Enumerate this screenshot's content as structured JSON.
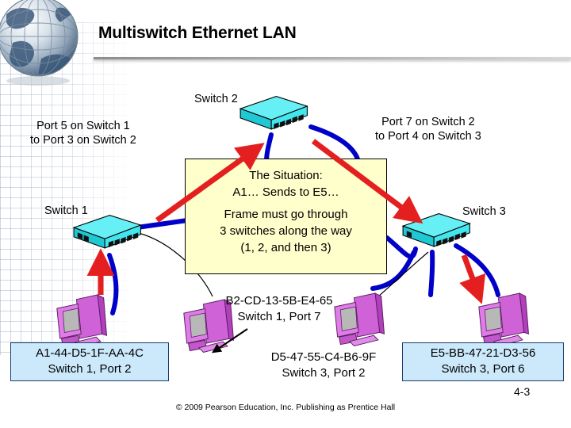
{
  "slide": {
    "title": "Multiswitch Ethernet LAN",
    "page_number": "4-3",
    "footer": "© 2009 Pearson Education, Inc.  Publishing as Prentice Hall",
    "background_color": "#ffffff"
  },
  "colors": {
    "switch_body": "#33e0e8",
    "switch_top": "#66f0f5",
    "cable_blue": "#0000c8",
    "arrow_red": "#e41f1f",
    "callout_fill": "#ffffcc",
    "macbox_fill": "#cce9fb",
    "macbox_border": "#1a3c6e",
    "pc_purple": "#cc33cc",
    "text": "#000000"
  },
  "switches": [
    {
      "id": "switch-1",
      "label": "Switch 1"
    },
    {
      "id": "switch-2",
      "label": "Switch 2"
    },
    {
      "id": "switch-3",
      "label": "Switch 3"
    }
  ],
  "trunk_labels": [
    {
      "id": "trunk-1-2",
      "line1": "Port 5 on Switch 1",
      "line2": "to Port 3 on Switch 2"
    },
    {
      "id": "trunk-2-3",
      "line1": "Port 7 on Switch 2",
      "line2": "to Port 4 on Switch 3"
    }
  ],
  "situation": {
    "heading1": "The Situation:",
    "heading2": "A1… Sends to E5…",
    "body1": "Frame must go through",
    "body2": "3 switches along the way",
    "body3": "(1, 2, and then 3)"
  },
  "stations": [
    {
      "id": "station-a1",
      "boxed": true,
      "mac": "A1-44-D5-1F-AA-4C",
      "location": "Switch 1, Port 2"
    },
    {
      "id": "station-b2",
      "boxed": false,
      "mac": "B2-CD-13-5B-E4-65",
      "location": "Switch 1, Port 7"
    },
    {
      "id": "station-d5",
      "boxed": false,
      "mac": "D5-47-55-C4-B6-9F",
      "location": "Switch 3, Port 2"
    },
    {
      "id": "station-e5",
      "boxed": true,
      "mac": "E5-BB-47-21-D3-56",
      "location": "Switch 3, Port 6"
    }
  ]
}
